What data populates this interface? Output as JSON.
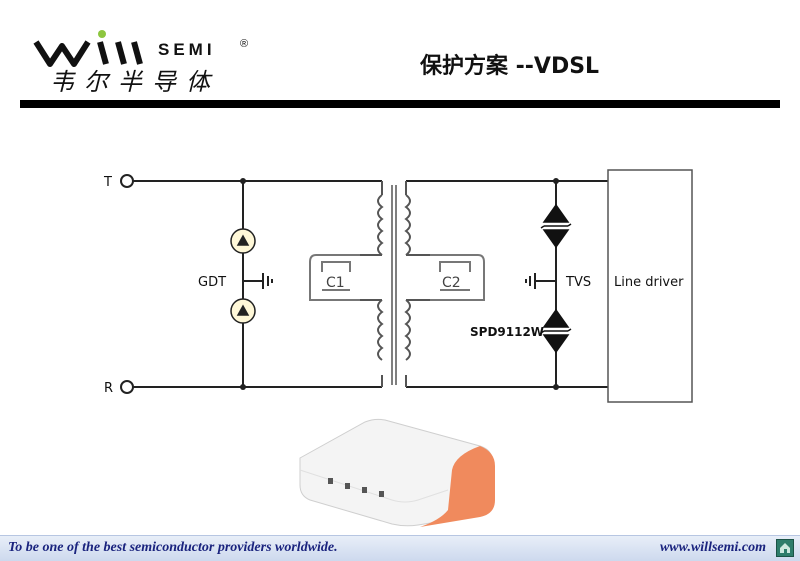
{
  "header": {
    "logo_brand": "SEMI",
    "logo_cn": "韦尔半导体",
    "logo_reg": "®",
    "title": "保护方案 --VDSL"
  },
  "schematic": {
    "terminal_t": "T",
    "terminal_r": "R",
    "gdt_label": "GDT",
    "c1_label": "C1",
    "c2_label": "C2",
    "tvs_label": "TVS",
    "part_label": "SPD9112W",
    "driver_label": "Line driver"
  },
  "footer": {
    "slogan": "To be one of the best semiconductor providers worldwide.",
    "url": "www.willsemi.com"
  },
  "colors": {
    "brand_green": "#8dc63f",
    "footer_text": "#1a237e",
    "line": "#222222"
  },
  "icons": [
    "home-icon",
    "modem-image"
  ]
}
